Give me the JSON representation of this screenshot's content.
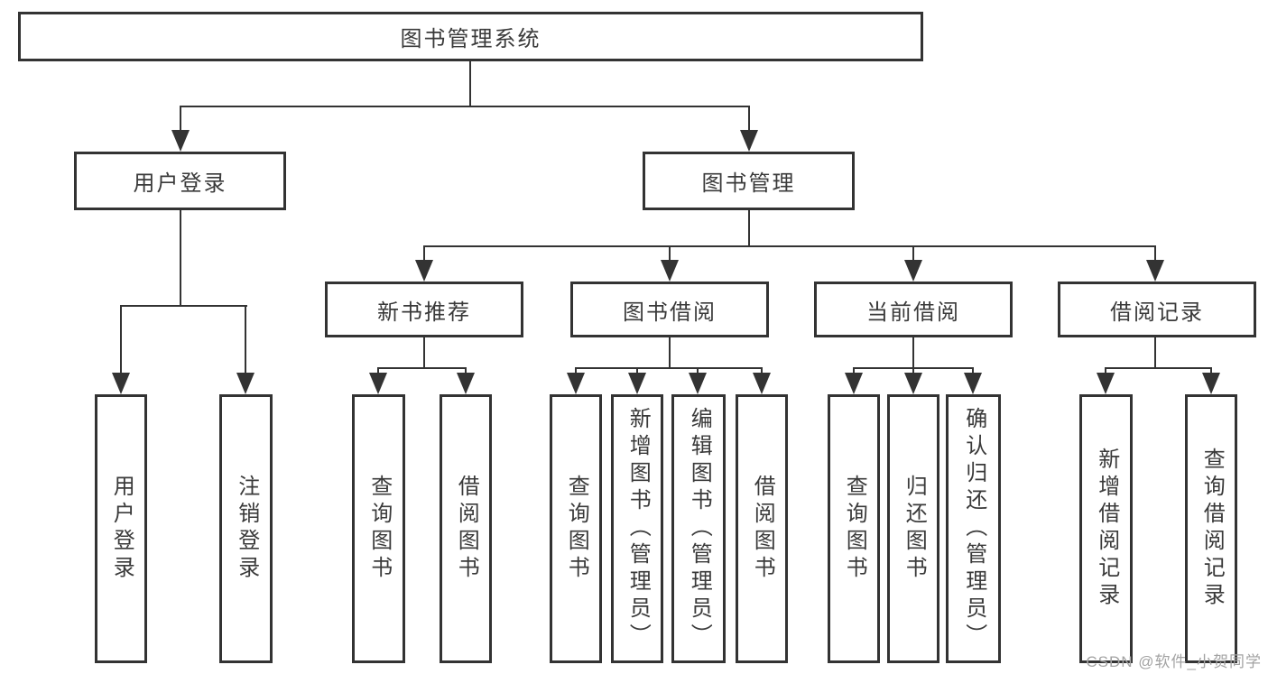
{
  "diagram": {
    "type": "hierarchy-tree",
    "colors": {
      "line": "#333333",
      "border": "#333333",
      "text": "#3a3a3a",
      "background": "#ffffff",
      "watermark": "#a3a3a3"
    },
    "icons": {
      "arrowhead": "solid-triangle-down"
    }
  },
  "tree": {
    "label": "图书管理系统",
    "children": [
      {
        "label": "用户登录",
        "children": [
          {
            "label": "用户登录"
          },
          {
            "label": "注销登录"
          }
        ]
      },
      {
        "label": "图书管理",
        "children": [
          {
            "label": "新书推荐",
            "children": [
              {
                "label": "查询图书"
              },
              {
                "label": "借阅图书"
              }
            ]
          },
          {
            "label": "图书借阅",
            "children": [
              {
                "label": "查询图书"
              },
              {
                "label": "新增图书（管理员）"
              },
              {
                "label": "编辑图书（管理员）"
              },
              {
                "label": "借阅图书"
              }
            ]
          },
          {
            "label": "当前借阅",
            "children": [
              {
                "label": "查询图书"
              },
              {
                "label": "归还图书"
              },
              {
                "label": "确认归还（管理员）"
              }
            ]
          },
          {
            "label": "借阅记录",
            "children": [
              {
                "label": "新增借阅记录"
              },
              {
                "label": "查询借阅记录"
              }
            ]
          }
        ]
      }
    ]
  },
  "watermark": {
    "text": "CSDN @软件_小贺同学"
  }
}
